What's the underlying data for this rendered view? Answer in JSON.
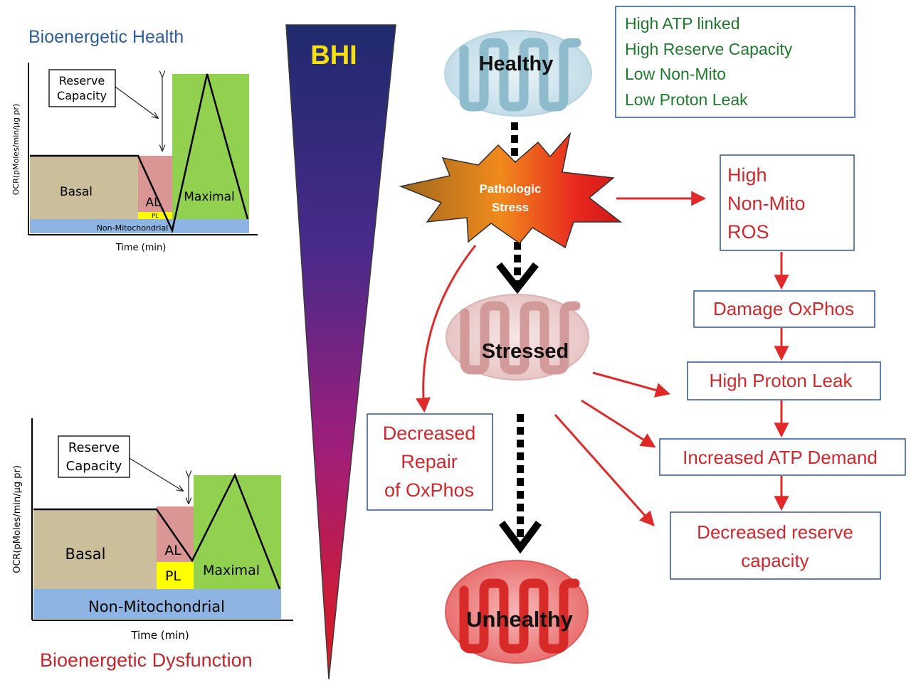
{
  "colors": {
    "blue_title": "#2e5e99",
    "red_title": "#c0262b",
    "green_text": "#1f7a2e",
    "red_text": "#d0282d",
    "arrow_red": "#e02a2a",
    "basal": "#cbbf9b",
    "al": "#d99694",
    "pl": "#ffff00",
    "maximal": "#92d050",
    "non_mito": "#8db4e2",
    "bhi_label": "#f5e013",
    "box_border": "#2f5597"
  },
  "healthy_panel": {
    "title": "Bioenergetic Health",
    "reserve_label": [
      "Reserve",
      "Capacity"
    ],
    "y_label": "OCR(pMoles/min/µg pr)",
    "x_label": "Time (min)",
    "basal": "Basal",
    "al": "AL",
    "pl": "PL",
    "maximal": "Maximal",
    "non_mito": "Non-Mitochondrial"
  },
  "dysfunction_panel": {
    "title": "Bioenergetic Dysfunction",
    "reserve_label": [
      "Reserve",
      "Capacity"
    ],
    "y_label": "OCR(pMoles/min/µg pr)",
    "x_label": "Time (min)",
    "basal": "Basal",
    "al": "AL",
    "pl": "PL",
    "maximal": "Maximal",
    "non_mito": "Non-Mitochondrial"
  },
  "bhi": "BHI",
  "mito": {
    "healthy": "Healthy",
    "stressed": "Stressed",
    "unhealthy": "Unhealthy"
  },
  "stress_burst": [
    "Pathologic",
    "Stress"
  ],
  "healthy_box": [
    "High ATP linked",
    "High Reserve  Capacity",
    "Low Non-Mito",
    "Low Proton Leak"
  ],
  "ros_box": [
    "High",
    "Non-Mito",
    "ROS"
  ],
  "chain": {
    "damage": "Damage OxPhos",
    "proton_leak": "High Proton Leak",
    "atp_demand": "Increased ATP Demand",
    "reserve": [
      "Decreased reserve",
      "capacity"
    ]
  },
  "repair_box": [
    "Decreased",
    "Repair",
    "of OxPhos"
  ]
}
